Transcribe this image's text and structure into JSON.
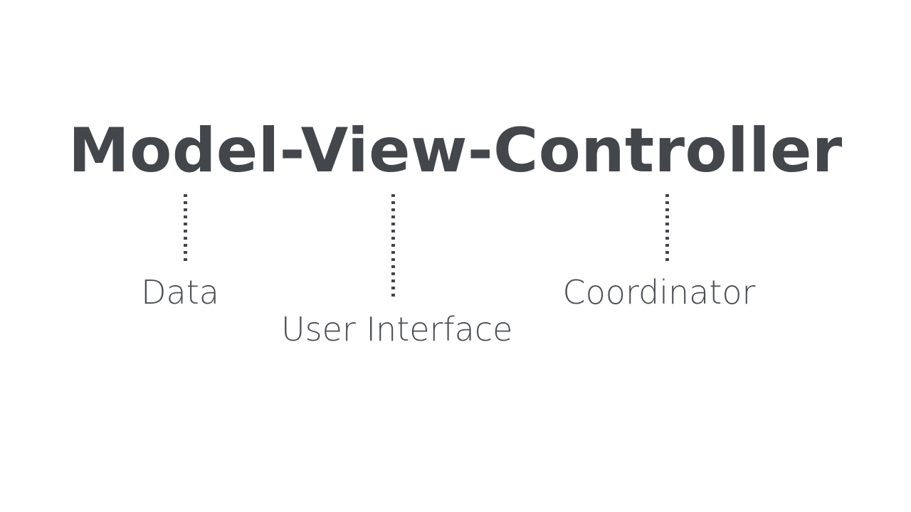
{
  "slide": {
    "background_color": "#ffffff",
    "text_color": "#43464b",
    "title": "Model-View-Controller",
    "title_parts": [
      "Model",
      "View",
      "Controller"
    ],
    "connectors": [
      {
        "name": "model-connector",
        "style": "dotted",
        "color": "#43464b"
      },
      {
        "name": "view-connector",
        "style": "dotted",
        "color": "#43464b"
      },
      {
        "name": "controller-connector",
        "style": "dotted",
        "color": "#43464b"
      }
    ],
    "labels": {
      "model": "Data",
      "view": "User Interface",
      "controller": "Coordinator"
    }
  }
}
